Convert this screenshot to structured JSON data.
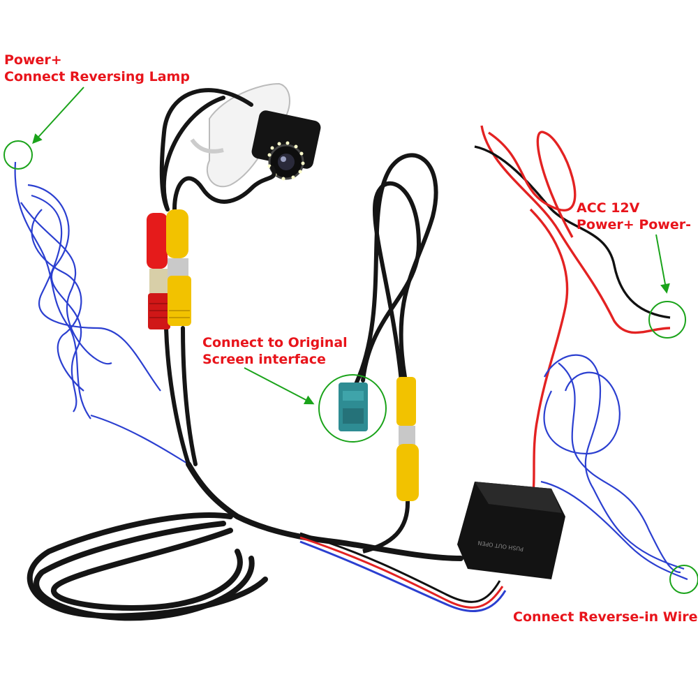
{
  "colors": {
    "label_red": "#e8141b",
    "highlight_green": "#1aa31a",
    "cable_black": "#151515",
    "wire_blue": "#2b3fd0",
    "wire_red": "#e32222",
    "rca_red": "#e51b1b",
    "rca_yellow": "#f2c200",
    "fakra_teal": "#2e8c93"
  },
  "labels": {
    "power_lamp": {
      "line1": "Power+",
      "line2": "Connect Reversing Lamp"
    },
    "screen": {
      "line1": "Connect to Original",
      "line2": "Screen interface"
    },
    "acc": {
      "line1": "ACC 12V",
      "line2": "Power+  Power-"
    },
    "reverse": {
      "line1": "Connect Reverse-in Wire"
    }
  },
  "module_text": "PUSH OUT OPEN",
  "icons": [
    "backup-camera-icon",
    "rca-connector-icon",
    "fakra-connector-icon",
    "control-box-icon"
  ]
}
